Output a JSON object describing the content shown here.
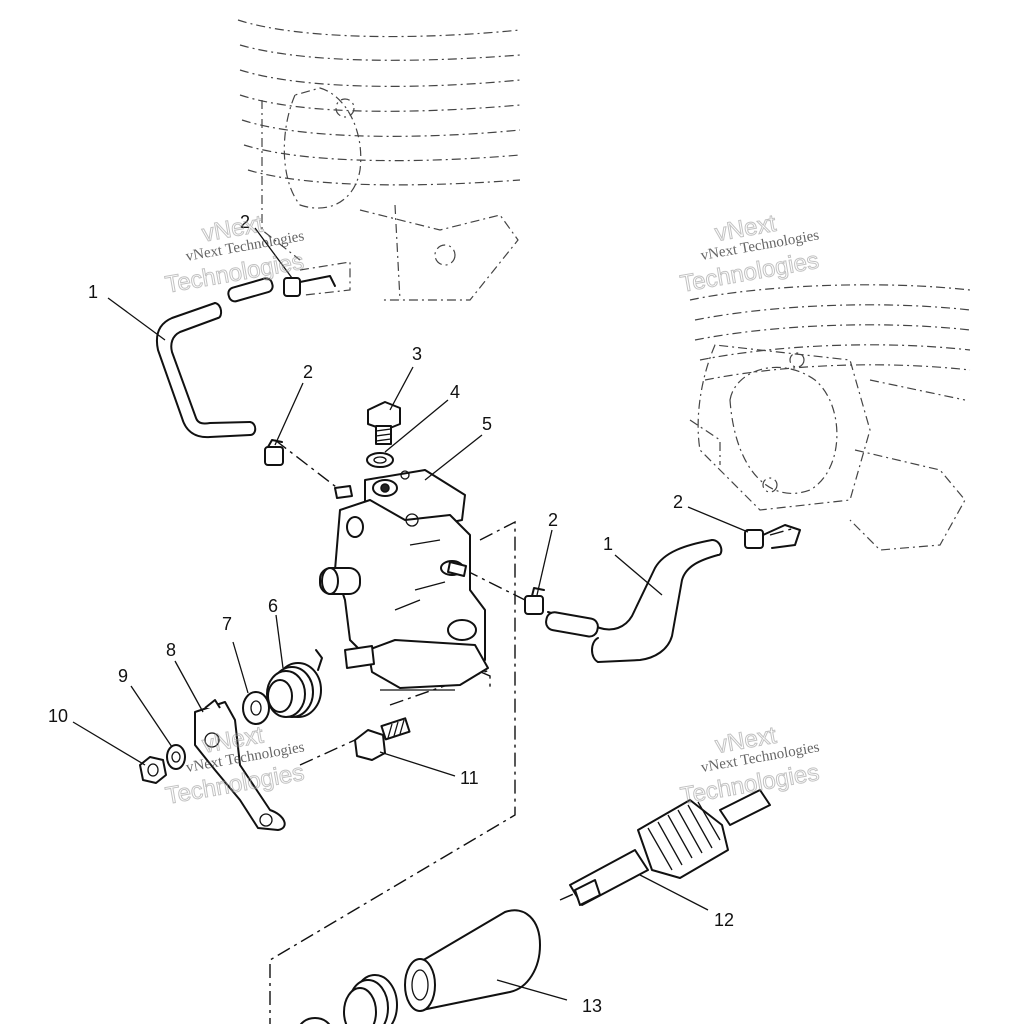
{
  "callouts": [
    {
      "id": "c1a",
      "text": "1"
    },
    {
      "id": "c2a",
      "text": "2"
    },
    {
      "id": "c2b",
      "text": "2"
    },
    {
      "id": "c3",
      "text": "3"
    },
    {
      "id": "c4",
      "text": "4"
    },
    {
      "id": "c5",
      "text": "5"
    },
    {
      "id": "c2c",
      "text": "2"
    },
    {
      "id": "c2d",
      "text": "2"
    },
    {
      "id": "c1b",
      "text": "1"
    },
    {
      "id": "c6",
      "text": "6"
    },
    {
      "id": "c7",
      "text": "7"
    },
    {
      "id": "c8",
      "text": "8"
    },
    {
      "id": "c9",
      "text": "9"
    },
    {
      "id": "c10",
      "text": "10"
    },
    {
      "id": "c11",
      "text": "11"
    },
    {
      "id": "c12",
      "text": "12"
    },
    {
      "id": "c13",
      "text": "13"
    }
  ],
  "watermarks": [
    {
      "brand": "vNext",
      "line": "vNext Technologies",
      "outline": "Technologies"
    },
    {
      "brand": "vNext",
      "line": "vNext Technologies",
      "outline": "Technologies"
    },
    {
      "brand": "vNext",
      "line": "vNext Technologies",
      "outline": "Technologies"
    },
    {
      "brand": "vNext",
      "line": "vNext Technologies",
      "outline": "Technologies"
    }
  ]
}
